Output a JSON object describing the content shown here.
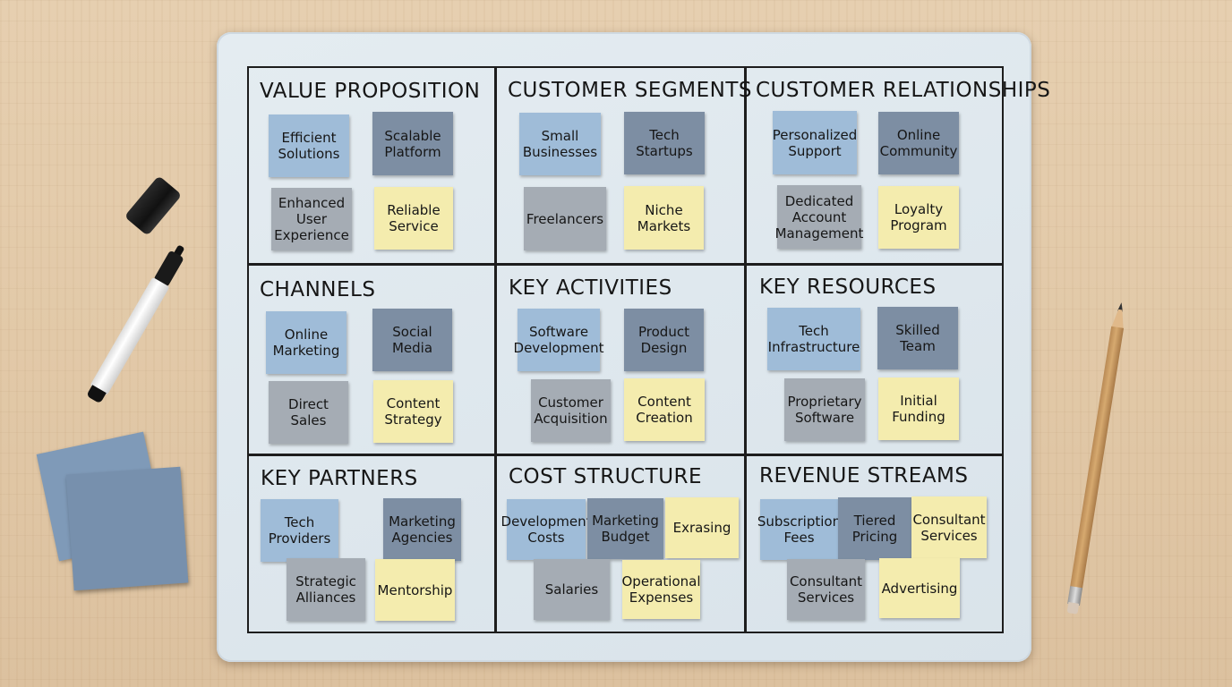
{
  "canvas": {
    "cells": [
      {
        "title": "VALUE PROPOSITION",
        "notes": [
          {
            "text": "Efficient\nSolutions",
            "color": "#9fbcd8"
          },
          {
            "text": "Scalable\nPlatform",
            "color": "#7d8ea3"
          },
          {
            "text": "Enhanced\nUser\nExperience",
            "color": "#a5acb4"
          },
          {
            "text": "Reliable\nService",
            "color": "#f4ecae"
          }
        ]
      },
      {
        "title": "CUSTOMER SEGMENTS",
        "notes": [
          {
            "text": "Small\nBusinesses",
            "color": "#9fbcd8"
          },
          {
            "text": "Tech\nStartups",
            "color": "#7d8ea3"
          },
          {
            "text": "Freelancers",
            "color": "#a5acb4"
          },
          {
            "text": "Niche\nMarkets",
            "color": "#f4ecae"
          }
        ]
      },
      {
        "title": "CUSTOMER RELATIONSHIPS",
        "notes": [
          {
            "text": "Personalized\nSupport",
            "color": "#9fbcd8"
          },
          {
            "text": "Online\nCommunity",
            "color": "#7d8ea3"
          },
          {
            "text": "Dedicated\nAccount\nManagement",
            "color": "#a5acb4"
          },
          {
            "text": "Loyalty\nProgram",
            "color": "#f4ecae"
          }
        ]
      },
      {
        "title": "CHANNELS",
        "notes": [
          {
            "text": "Online\nMarketing",
            "color": "#9fbcd8"
          },
          {
            "text": "Social\nMedia",
            "color": "#7d8ea3"
          },
          {
            "text": "Direct\nSales",
            "color": "#a5acb4"
          },
          {
            "text": "Content\nStrategy",
            "color": "#f4ecae"
          }
        ]
      },
      {
        "title": "KEY ACTIVITIES",
        "notes": [
          {
            "text": "Software\nDevelopment",
            "color": "#9fbcd8"
          },
          {
            "text": "Product\nDesign",
            "color": "#7d8ea3"
          },
          {
            "text": "Customer\nAcquisition",
            "color": "#a5acb4"
          },
          {
            "text": "Content\nCreation",
            "color": "#f4ecae"
          }
        ]
      },
      {
        "title": "KEY RESOURCES",
        "notes": [
          {
            "text": "Tech\nInfrastructure",
            "color": "#9fbcd8"
          },
          {
            "text": "Skilled\nTeam",
            "color": "#7d8ea3"
          },
          {
            "text": "Proprietary\nSoftware",
            "color": "#a5acb4"
          },
          {
            "text": "Initial\nFunding",
            "color": "#f4ecae"
          }
        ]
      },
      {
        "title": "KEY PARTNERS",
        "notes": [
          {
            "text": "Tech\nProviders",
            "color": "#9fbcd8"
          },
          {
            "text": "Marketing\nAgencies",
            "color": "#7d8ea3"
          },
          {
            "text": "Strategic\nAlliances",
            "color": "#a5acb4"
          },
          {
            "text": "Mentorship",
            "color": "#f4ecae"
          }
        ]
      },
      {
        "title": "COST STRUCTURE",
        "notes": [
          {
            "text": "Development\nCosts",
            "color": "#9fbcd8"
          },
          {
            "text": "Marketing\nBudget",
            "color": "#7d8ea3"
          },
          {
            "text": "Exrasing",
            "color": "#f4ecae"
          },
          {
            "text": "Salaries",
            "color": "#a5acb4"
          },
          {
            "text": "Operational\nExpenses",
            "color": "#f4ecae"
          }
        ]
      },
      {
        "title": "REVENUE STREAMS",
        "notes": [
          {
            "text": "Subscription\nFees",
            "color": "#9fbcd8"
          },
          {
            "text": "Tiered\nPricing",
            "color": "#7d8ea3"
          },
          {
            "text": "Consultant\nServices",
            "color": "#f4ecae"
          },
          {
            "text": "Consultant\nServices",
            "color": "#a5acb4"
          },
          {
            "text": "Advertising",
            "color": "#f4ecae"
          }
        ]
      }
    ]
  }
}
